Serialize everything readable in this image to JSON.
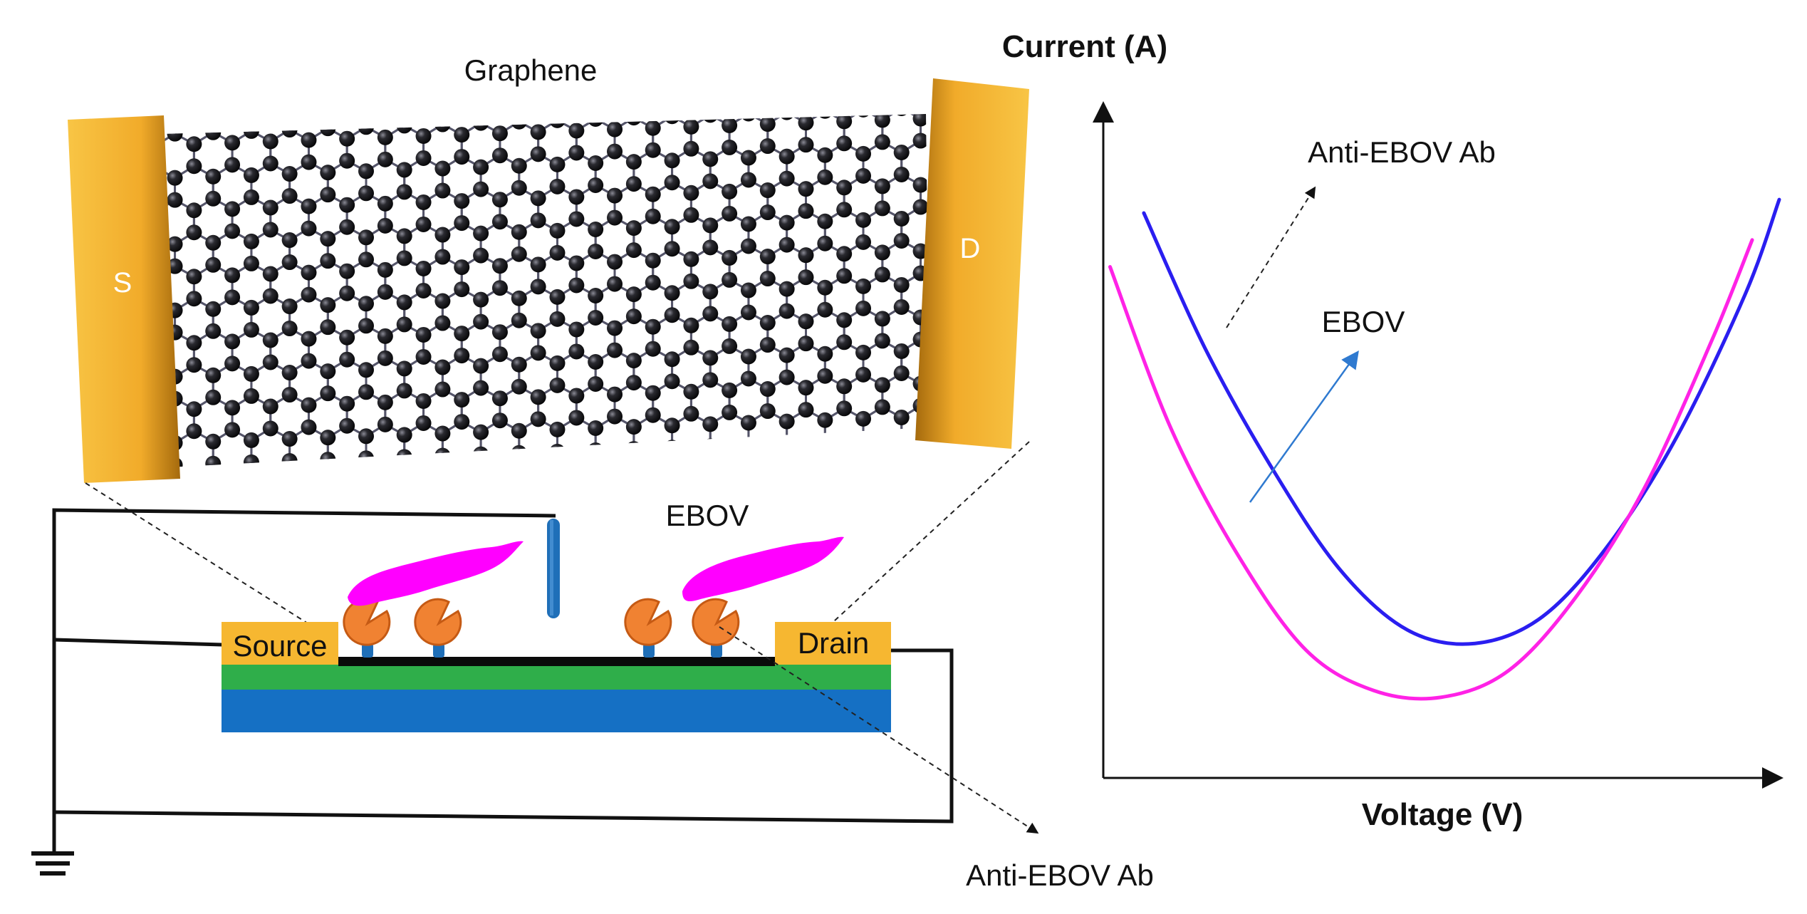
{
  "labels": {
    "graphene": "Graphene",
    "electrode_source_short": "S",
    "electrode_drain_short": "D",
    "source": "Source",
    "drain": "Drain",
    "ebov_device": "EBOV",
    "antibody_device": "Anti-EBOV Ab",
    "y_axis": "Current (A)",
    "x_axis": "Voltage (V)",
    "antibody_curve": "Anti-EBOV Ab",
    "ebov_curve": "EBOV"
  },
  "colors": {
    "electrode_gold": "#f6b731",
    "electrode_dark": "#b77a12",
    "graphene_atom": "#1a1a1e",
    "graphene_bond": "#55556a",
    "substrate_blue": "#1570c4",
    "oxide_green": "#2fae4a",
    "channel_black": "#0a0a0a",
    "virus_magenta": "#ff00ff",
    "antibody_orange": "#f08232",
    "linker_blue": "#1f6fb8",
    "curve_blue": "#2a1ef0",
    "curve_magenta": "#ff22e6",
    "arrow_blue": "#2f7ad0"
  },
  "icons": {
    "ground": "ground-symbol-icon",
    "antibody": "pacman-antibody-icon",
    "virus": "ebola-virus-icon",
    "gate": "gate-electrode-icon"
  },
  "chart_data": {
    "type": "line",
    "xlabel": "Voltage (V)",
    "ylabel": "Current (A)",
    "axis_ticks": "none",
    "grid": false,
    "series": [
      {
        "name": "Anti-EBOV Ab",
        "color": "#2a1ef0",
        "x": [
          0.06,
          0.15,
          0.25,
          0.35,
          0.45,
          0.55,
          0.65,
          0.75,
          0.85,
          0.95,
          1.0
        ],
        "y": [
          0.84,
          0.64,
          0.46,
          0.31,
          0.22,
          0.2,
          0.24,
          0.35,
          0.51,
          0.72,
          0.86
        ]
      },
      {
        "name": "EBOV",
        "color": "#ff22e6",
        "x": [
          0.01,
          0.1,
          0.2,
          0.3,
          0.4,
          0.5,
          0.6,
          0.7,
          0.8,
          0.9,
          0.96
        ],
        "y": [
          0.76,
          0.52,
          0.33,
          0.19,
          0.13,
          0.12,
          0.16,
          0.27,
          0.43,
          0.65,
          0.8
        ]
      }
    ],
    "annotations": [
      "Anti-EBOV Ab",
      "EBOV"
    ]
  }
}
